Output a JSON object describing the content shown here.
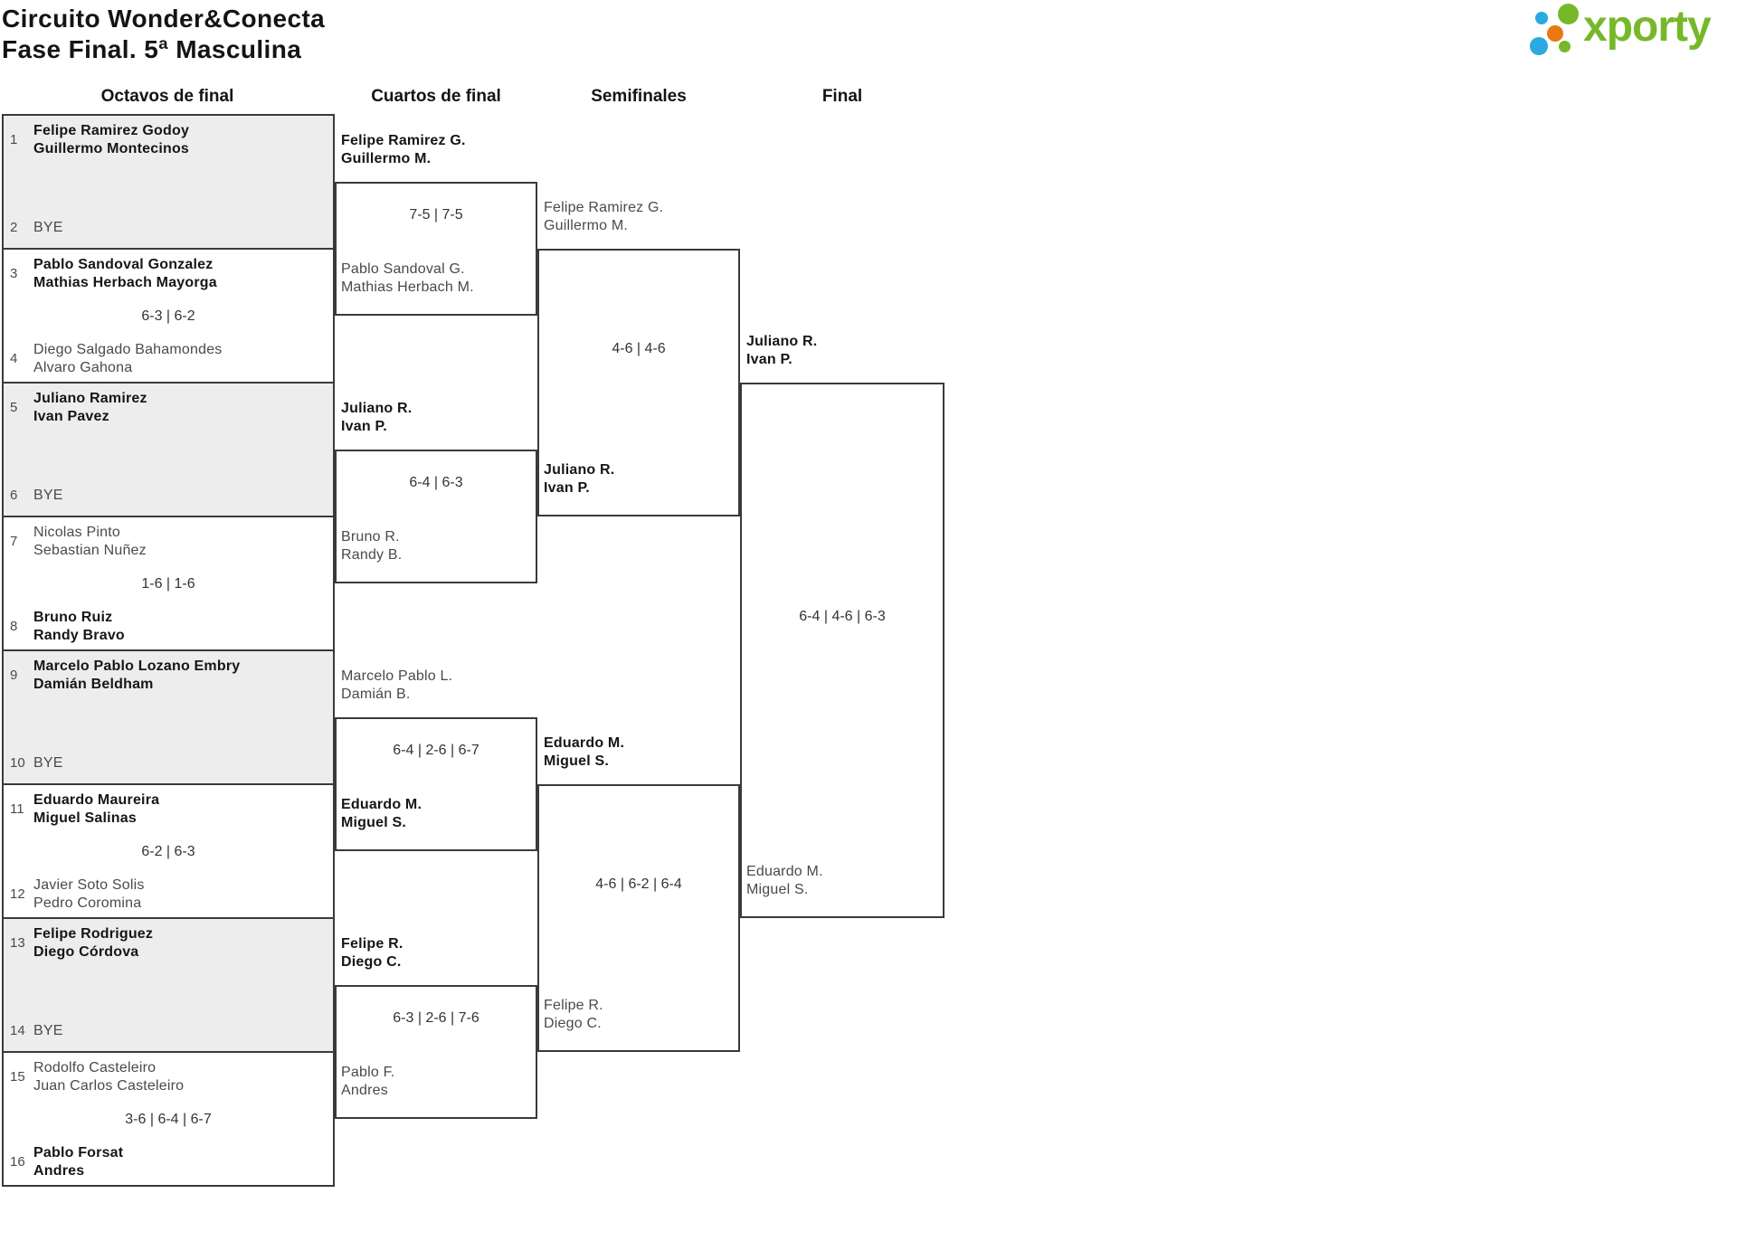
{
  "title": {
    "line1": "Circuito Wonder&Conecta",
    "line2": "Fase Final. 5ª Masculina"
  },
  "logo": {
    "text": "xporty",
    "colors": {
      "green": "#76b82a",
      "blue": "#2ba9e0",
      "orange": "#e97712"
    }
  },
  "rounds": [
    "Octavos de final",
    "Cuartos de final",
    "Semifinales",
    "Final"
  ],
  "bracket": {
    "octavos": [
      {
        "bye": true,
        "seed1": "1",
        "team1": {
          "lines": [
            "Felipe Ramirez Godoy",
            "Guillermo Montecinos"
          ],
          "winner": true
        },
        "score": "",
        "seed2": "2",
        "team2": {
          "lines": [
            "BYE"
          ],
          "winner": false
        }
      },
      {
        "bye": false,
        "seed1": "3",
        "team1": {
          "lines": [
            "Pablo Sandoval Gonzalez",
            "Mathias Herbach Mayorga"
          ],
          "winner": true
        },
        "score": "6-3 | 6-2",
        "seed2": "4",
        "team2": {
          "lines": [
            "Diego Salgado Bahamondes",
            "Alvaro Gahona"
          ],
          "winner": false
        }
      },
      {
        "bye": true,
        "seed1": "5",
        "team1": {
          "lines": [
            "Juliano Ramirez",
            "Ivan Pavez"
          ],
          "winner": true
        },
        "score": "",
        "seed2": "6",
        "team2": {
          "lines": [
            "BYE"
          ],
          "winner": false
        }
      },
      {
        "bye": false,
        "seed1": "7",
        "team1": {
          "lines": [
            "Nicolas Pinto",
            "Sebastian Nuñez"
          ],
          "winner": false
        },
        "score": "1-6 | 1-6",
        "seed2": "8",
        "team2": {
          "lines": [
            "Bruno Ruiz",
            "Randy Bravo"
          ],
          "winner": true
        }
      },
      {
        "bye": true,
        "seed1": "9",
        "team1": {
          "lines": [
            "Marcelo Pablo Lozano Embry",
            "Damián Beldham"
          ],
          "winner": true
        },
        "score": "",
        "seed2": "10",
        "team2": {
          "lines": [
            "BYE"
          ],
          "winner": false
        }
      },
      {
        "bye": false,
        "seed1": "11",
        "team1": {
          "lines": [
            "Eduardo Maureira",
            "Miguel Salinas"
          ],
          "winner": true
        },
        "score": "6-2 | 6-3",
        "seed2": "12",
        "team2": {
          "lines": [
            "Javier Soto Solis",
            "Pedro Coromina"
          ],
          "winner": false
        }
      },
      {
        "bye": true,
        "seed1": "13",
        "team1": {
          "lines": [
            "Felipe Rodriguez",
            "Diego Córdova"
          ],
          "winner": true
        },
        "score": "",
        "seed2": "14",
        "team2": {
          "lines": [
            "BYE"
          ],
          "winner": false
        }
      },
      {
        "bye": false,
        "seed1": "15",
        "team1": {
          "lines": [
            "Rodolfo Casteleiro",
            "Juan Carlos Casteleiro"
          ],
          "winner": false
        },
        "score": "3-6 | 6-4 | 6-7",
        "seed2": "16",
        "team2": {
          "lines": [
            "Pablo Forsat",
            "Andres"
          ],
          "winner": true
        }
      }
    ],
    "cuartos": [
      {
        "team1": {
          "lines": [
            "Felipe Ramirez G.",
            "Guillermo M."
          ],
          "winner": true
        },
        "score": "7-5 | 7-5",
        "team2": {
          "lines": [
            "Pablo Sandoval G.",
            "Mathias Herbach M."
          ],
          "winner": false
        }
      },
      {
        "team1": {
          "lines": [
            "Juliano R.",
            "Ivan P."
          ],
          "winner": true
        },
        "score": "6-4 | 6-3",
        "team2": {
          "lines": [
            "Bruno R.",
            "Randy B."
          ],
          "winner": false
        }
      },
      {
        "team1": {
          "lines": [
            "Marcelo Pablo L.",
            "Damián B."
          ],
          "winner": false
        },
        "score": "6-4 | 2-6 | 6-7",
        "team2": {
          "lines": [
            "Eduardo M.",
            "Miguel S."
          ],
          "winner": true
        }
      },
      {
        "team1": {
          "lines": [
            "Felipe R.",
            "Diego C."
          ],
          "winner": true
        },
        "score": "6-3 | 2-6 | 7-6",
        "team2": {
          "lines": [
            "Pablo F.",
            "Andres"
          ],
          "winner": false
        }
      }
    ],
    "semifinales": [
      {
        "team1": {
          "lines": [
            "Felipe Ramirez G.",
            "Guillermo M."
          ],
          "winner": false
        },
        "score": "4-6 | 4-6",
        "team2": {
          "lines": [
            "Juliano R.",
            "Ivan P."
          ],
          "winner": true
        }
      },
      {
        "team1": {
          "lines": [
            "Eduardo M.",
            "Miguel S."
          ],
          "winner": true
        },
        "score": "4-6 | 6-2 | 6-4",
        "team2": {
          "lines": [
            "Felipe R.",
            "Diego C."
          ],
          "winner": false
        }
      }
    ],
    "final": [
      {
        "team1": {
          "lines": [
            "Juliano R.",
            "Ivan P."
          ],
          "winner": true
        },
        "score": "6-4 | 4-6 | 6-3",
        "team2": {
          "lines": [
            "Eduardo M.",
            "Miguel S."
          ],
          "winner": false
        }
      }
    ]
  }
}
